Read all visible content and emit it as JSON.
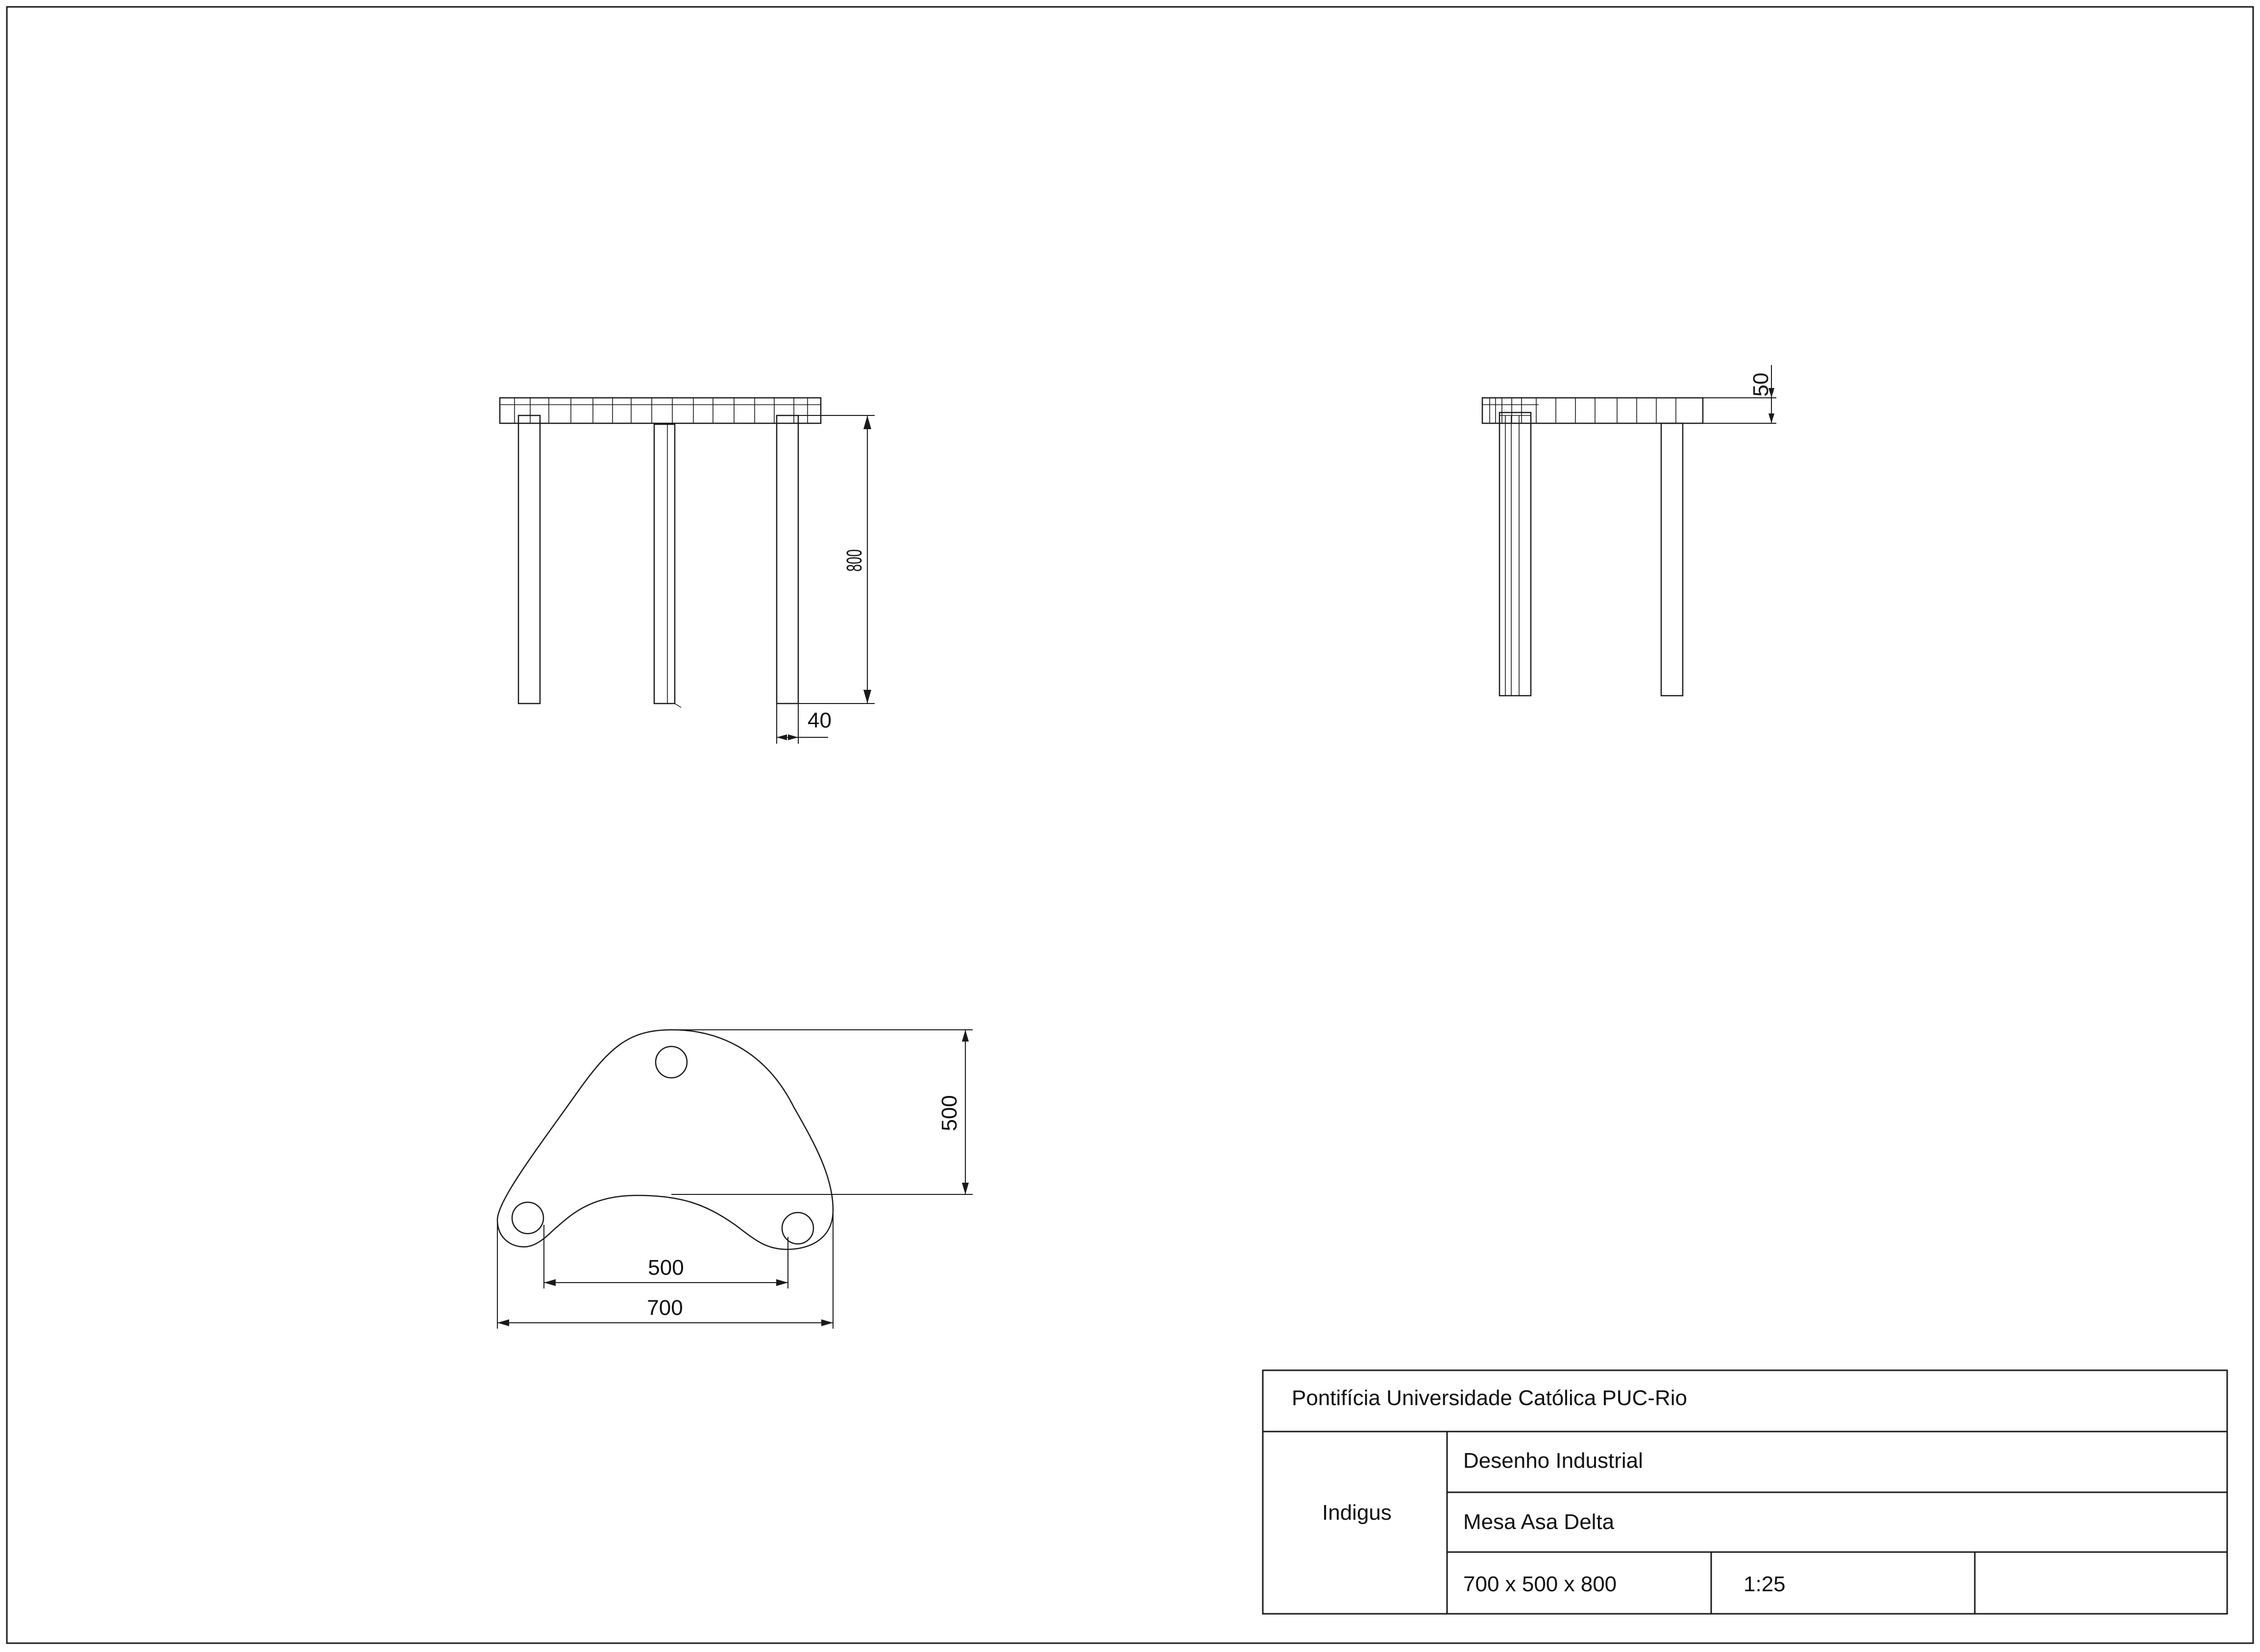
{
  "drawing": {
    "front_view": {
      "height_dim": "800",
      "leg_width_dim": "40"
    },
    "side_view": {
      "top_thickness_dim": "50"
    },
    "top_view": {
      "depth_dim": "500",
      "leg_spacing_dim": "500",
      "overall_width_dim": "700"
    }
  },
  "title_block": {
    "institution": "Pontifícia Universidade Católica PUC-Rio",
    "author": "Indigus",
    "course": "Desenho Industrial",
    "project": "Mesa Asa Delta",
    "dimensions": "700 x 500 x 800",
    "scale": "1:25",
    "extra": ""
  }
}
